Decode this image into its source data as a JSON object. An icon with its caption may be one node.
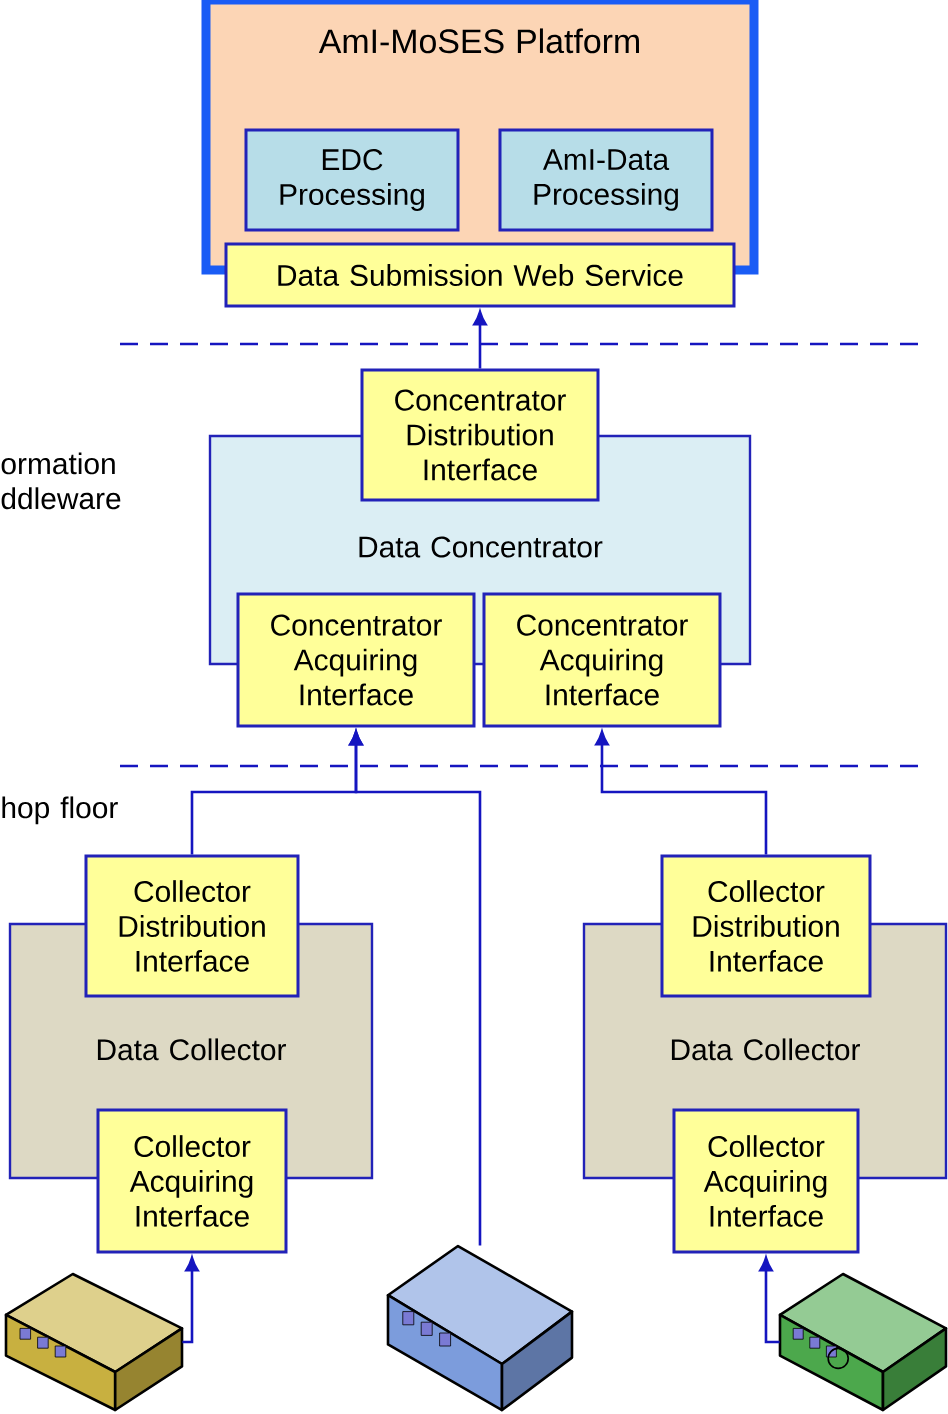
{
  "diagram": {
    "nodes": [
      {
        "text": [
          "AmI-MoSES Platform"
        ]
      },
      {
        "text": [
          "EDC Processing"
        ],
        "in": 0
      },
      {
        "text": [
          "AmI-Data Processing"
        ],
        "in": 0
      },
      {
        "text": [
          "Data Submission Web Service"
        ]
      },
      {
        "text": [
          "Data Concentrator"
        ]
      },
      {
        "text": [
          "Concentrator Distribution Interface"
        ]
      },
      {
        "text": [
          "Concentrator Acquiring Interface"
        ]
      },
      {
        "text": [
          "Concentrator Acquiring Interface"
        ]
      },
      {
        "text": [
          "Data Collector"
        ]
      },
      {
        "text": [
          "Collector Distribution Interface"
        ]
      },
      {
        "text": [
          "Collector Acquiring Interface"
        ]
      },
      {
        "text": [
          "Data Collector"
        ]
      },
      {
        "text": [
          "Collector Distribution Interface"
        ]
      },
      {
        "text": [
          "Collector Acquiring Interface"
        ]
      },
      {
        "text": [],
        "shape": "picture"
      },
      {
        "text": [],
        "shape": "picture"
      },
      {
        "text": [],
        "shape": "picture"
      }
    ],
    "edges": [
      {
        "from": 5,
        "to": 3,
        "arrow": "to"
      },
      {
        "from": 9,
        "to": 6,
        "arrow": "to"
      },
      {
        "from": 15,
        "to": 6,
        "arrow": "to"
      },
      {
        "from": 12,
        "to": 7,
        "arrow": "to"
      },
      {
        "from": 14,
        "to": 10,
        "arrow": "to"
      },
      {
        "from": 16,
        "to": 13,
        "arrow": "to"
      }
    ],
    "labels": [
      "ormation ddleware",
      "hop floor"
    ]
  }
}
